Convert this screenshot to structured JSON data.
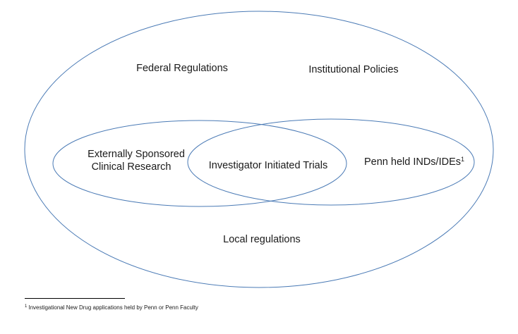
{
  "diagram": {
    "outer_labels": {
      "federal": "Federal Regulations",
      "institutional": "Institutional Policies",
      "local": "Local regulations"
    },
    "left_circle": {
      "line1": "Externally Sponsored",
      "line2": "Clinical Research"
    },
    "intersection": "Investigator Initiated Trials",
    "right_circle": {
      "label": "Penn held INDs/IDEs",
      "footnote_mark": "1"
    },
    "stroke_color": "#4a7ab5"
  },
  "footnote": {
    "mark": "1",
    "text": "Investigational New Drug applications held by Penn or Penn Faculty"
  }
}
